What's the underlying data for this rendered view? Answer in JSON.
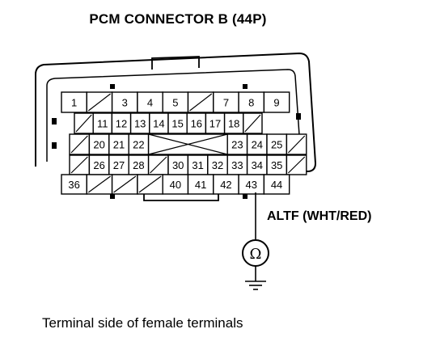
{
  "title": "PCM CONNECTOR B (44P)",
  "caption": "Terminal side of female terminals",
  "wire_label": "ALTF (WHT/RED)",
  "probe_terminal": "43",
  "meter_icon": "ohmmeter-icon",
  "ground_icon": "ground-icon",
  "rows": [
    [
      "1",
      "",
      "3",
      "4",
      "5",
      "",
      "7",
      "8",
      "9"
    ],
    [
      "",
      "11",
      "12",
      "13",
      "14",
      "15",
      "16",
      "17",
      "18",
      ""
    ],
    [
      "",
      "20",
      "21",
      "22",
      "",
      "",
      "",
      "",
      "23",
      "24",
      "25",
      ""
    ],
    [
      "",
      "26",
      "27",
      "28",
      "",
      "30",
      "31",
      "32",
      "33",
      "34",
      "35",
      ""
    ],
    [
      "36",
      "",
      "",
      "",
      "40",
      "41",
      "42",
      "43",
      "44"
    ]
  ]
}
